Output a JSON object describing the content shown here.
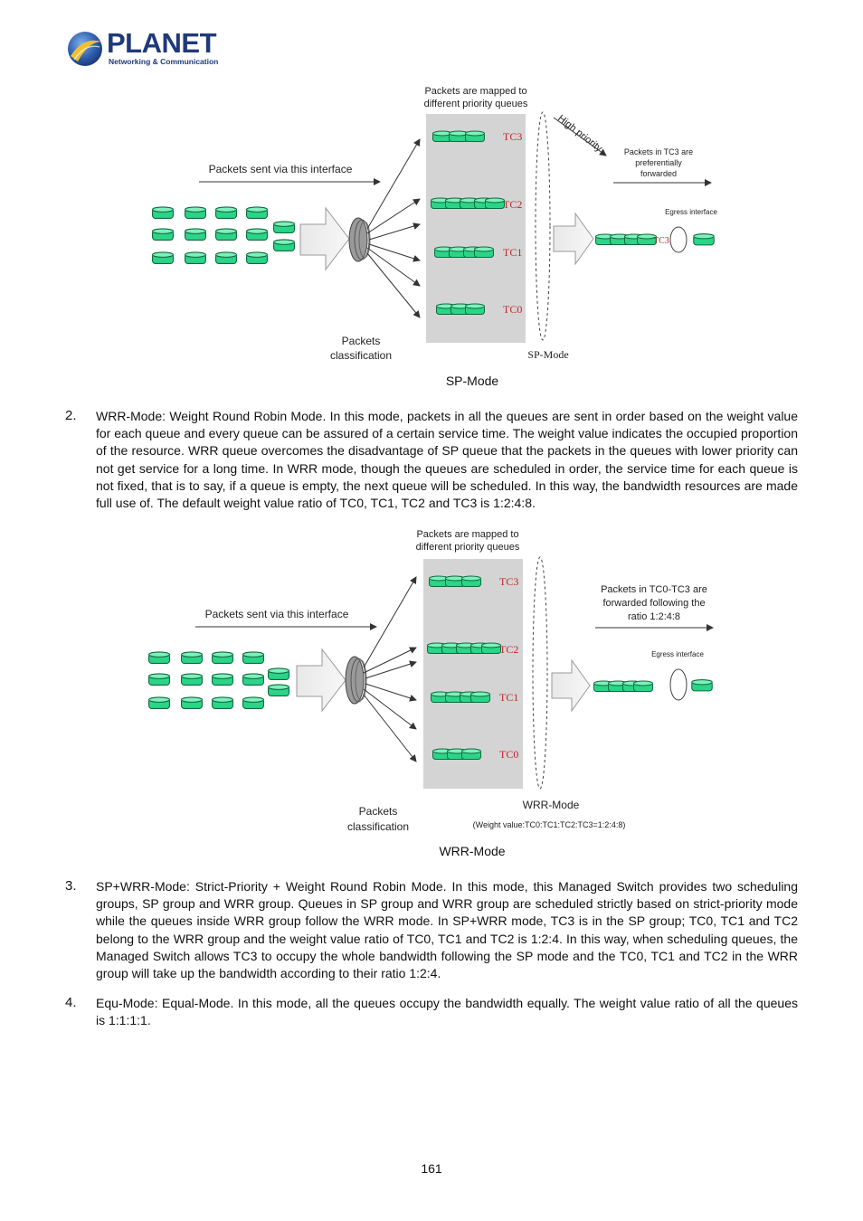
{
  "header": {
    "brand": "PLANET",
    "tagline": "Networking & Communication"
  },
  "figure_sp": {
    "title_top_line1": "Packets are mapped to",
    "title_top_line2": "different priority queues",
    "sent_label": "Packets sent via this interface",
    "tc3": "TC3",
    "tc2": "TC2",
    "tc1": "TC1",
    "tc0": "TC0",
    "high_priority": "High priority",
    "forward_line1": "Packets in TC3 are",
    "forward_line2": "preferentially",
    "forward_line3": "forwarded",
    "egress": "Egress interface",
    "egress_tc": "TC3",
    "classification_line1": "Packets",
    "classification_line2": "classification",
    "mode_label": "SP-Mode"
  },
  "caption_sp": "SP-Mode",
  "items": [
    {
      "num": "2.",
      "text": "WRR-Mode: Weight Round Robin Mode. In this mode, packets in all the queues are sent in order based on the weight value for each queue and every queue can be assured of a certain service time. The weight value indicates the occupied proportion of the resource. WRR queue overcomes the disadvantage of SP queue that the packets in the queues with lower priority can not get service for a long time. In WRR mode, though the queues are scheduled in order, the service time for each queue is not fixed, that is to say, if a queue is empty, the next queue will be scheduled. In this way, the bandwidth resources are made full use of. The default weight value ratio of TC0, TC1, TC2 and TC3 is 1:2:4:8."
    },
    {
      "num": "3.",
      "text": "SP+WRR-Mode: Strict-Priority + Weight Round Robin Mode. In this mode, this Managed Switch provides two scheduling groups, SP group and WRR group. Queues in SP group and WRR group are scheduled strictly based on strict-priority mode while the queues inside WRR group follow the WRR mode. In SP+WRR mode, TC3 is in the SP group; TC0, TC1 and TC2 belong to the WRR group and the weight value ratio of TC0, TC1 and TC2 is 1:2:4. In this way, when scheduling queues, the Managed Switch allows TC3 to occupy the whole bandwidth following the SP mode and the TC0, TC1 and TC2 in the WRR group will take up the bandwidth according to their ratio 1:2:4."
    },
    {
      "num": "4.",
      "text": "Equ-Mode: Equal-Mode. In this mode, all the queues occupy the bandwidth equally. The weight value ratio of all the queues is 1:1:1:1."
    }
  ],
  "figure_wrr": {
    "title_top_line1": "Packets are mapped to",
    "title_top_line2": "different priority queues",
    "sent_label": "Packets sent via this interface",
    "tc3": "TC3",
    "tc2": "TC2",
    "tc1": "TC1",
    "tc0": "TC0",
    "forward_line1": "Packets in TC0-TC3 are",
    "forward_line2": "forwarded following the",
    "forward_line3": "ratio 1:2:4:8",
    "egress": "Egress interface",
    "classification_line1": "Packets",
    "classification_line2": "classification",
    "mode_label": "WRR-Mode",
    "weight_note": "(Weight value:TC0:TC1:TC2:TC3=1:2:4:8)"
  },
  "caption_wrr": "WRR-Mode",
  "page_number": "161",
  "colors": {
    "packet_fill": "#2bd487",
    "packet_stroke": "#0d6b3e",
    "tc_label": "#c0262b",
    "queue_panel": "#d4d4d4",
    "brand": "#1f3a7a"
  }
}
